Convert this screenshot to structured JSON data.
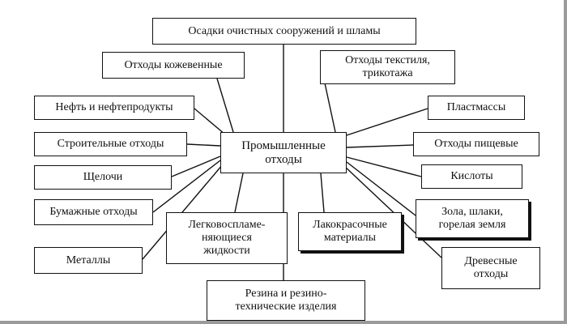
{
  "diagram": {
    "center": "Промышленные\nотходы",
    "nodes": {
      "top": "Осадки очистных сооружений и шламы",
      "leather": "Отходы кожевенные",
      "textile": "Отходы текстиля,\nтрикотажа",
      "oil": "Нефть и нефтепродукты",
      "plastics": "Пластмассы",
      "construction": "Строительные отходы",
      "food": "Отходы пищевые",
      "alkali": "Щелочи",
      "acids": "Кислоты",
      "paper": "Бумажные отходы",
      "flammable": "Легковоспламе-\nняющиеся\nжидкости",
      "paints": "Лакокрасочные\nматериалы",
      "ash": "Зола, шлаки,\nгорелая земля",
      "metals": "Металлы",
      "wood": "Древесные\nотходы",
      "rubber": "Резина и резино-\nтехнические изделия"
    }
  }
}
